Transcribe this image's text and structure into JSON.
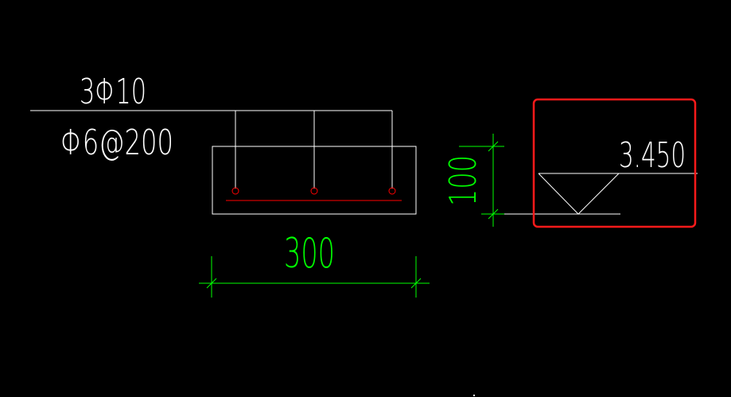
{
  "drawing": {
    "background": "#000000",
    "colors": {
      "outline": "#ffffff",
      "dimension": "#00ff00",
      "rebar": "#ff0000",
      "highlight": "#ff1a1a"
    },
    "rebar_label": {
      "top_bars": "3Φ10",
      "stirrups": "Φ6@200"
    },
    "dimensions": {
      "width": "300",
      "height": "100"
    },
    "elevation_mark": {
      "value": "3.450"
    },
    "rebar_count": 3
  }
}
